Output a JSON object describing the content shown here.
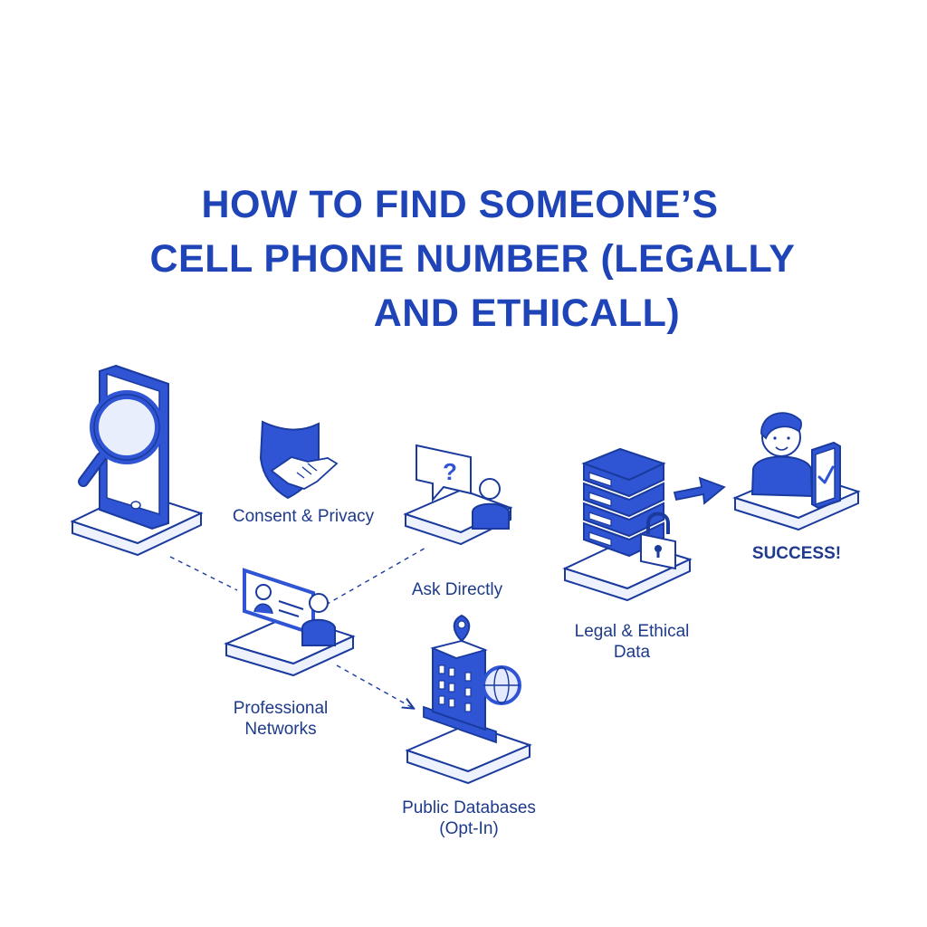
{
  "title": {
    "line1": "HOW TO FIND SOMEONE’S",
    "line2": "CELL PHONE NUMBER (LEGALLY",
    "line3": "AND ETHICALL)"
  },
  "steps": {
    "consent": "Consent & Privacy",
    "ask": "Ask Directly",
    "professional_line1": "Professional",
    "professional_line2": "Networks",
    "public_line1": "Public Databases",
    "public_line2": "(Opt-In)",
    "legal_line1": "Legal & Ethical",
    "legal_line2": "Data",
    "success": "SUCCESS!"
  },
  "colors": {
    "primary": "#2f55d4",
    "outline": "#1a3a9e",
    "text": "#1e3a8a"
  }
}
